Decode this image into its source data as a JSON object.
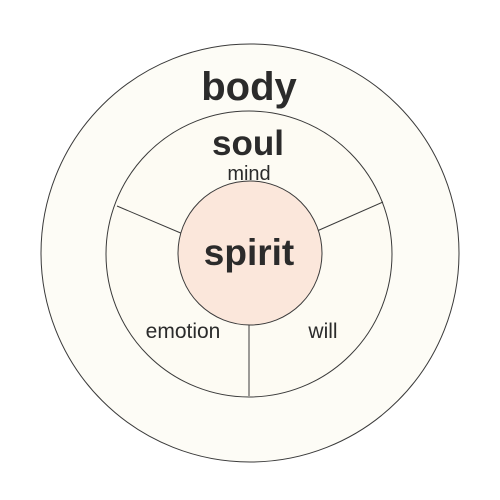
{
  "diagram": {
    "layers": {
      "body": "body",
      "soul": "soul",
      "spirit": "spirit"
    },
    "soul_parts": {
      "mind": "mind",
      "emotion": "emotion",
      "will": "will"
    },
    "colors": {
      "background": "#ffffff",
      "outer_ring_fill": "#fdfcf6",
      "middle_ring_fill": "#fdfbf3",
      "inner_circle_fill": "#fbe7db",
      "line": "#3a3a3a",
      "text": "#2b2b2b"
    }
  }
}
